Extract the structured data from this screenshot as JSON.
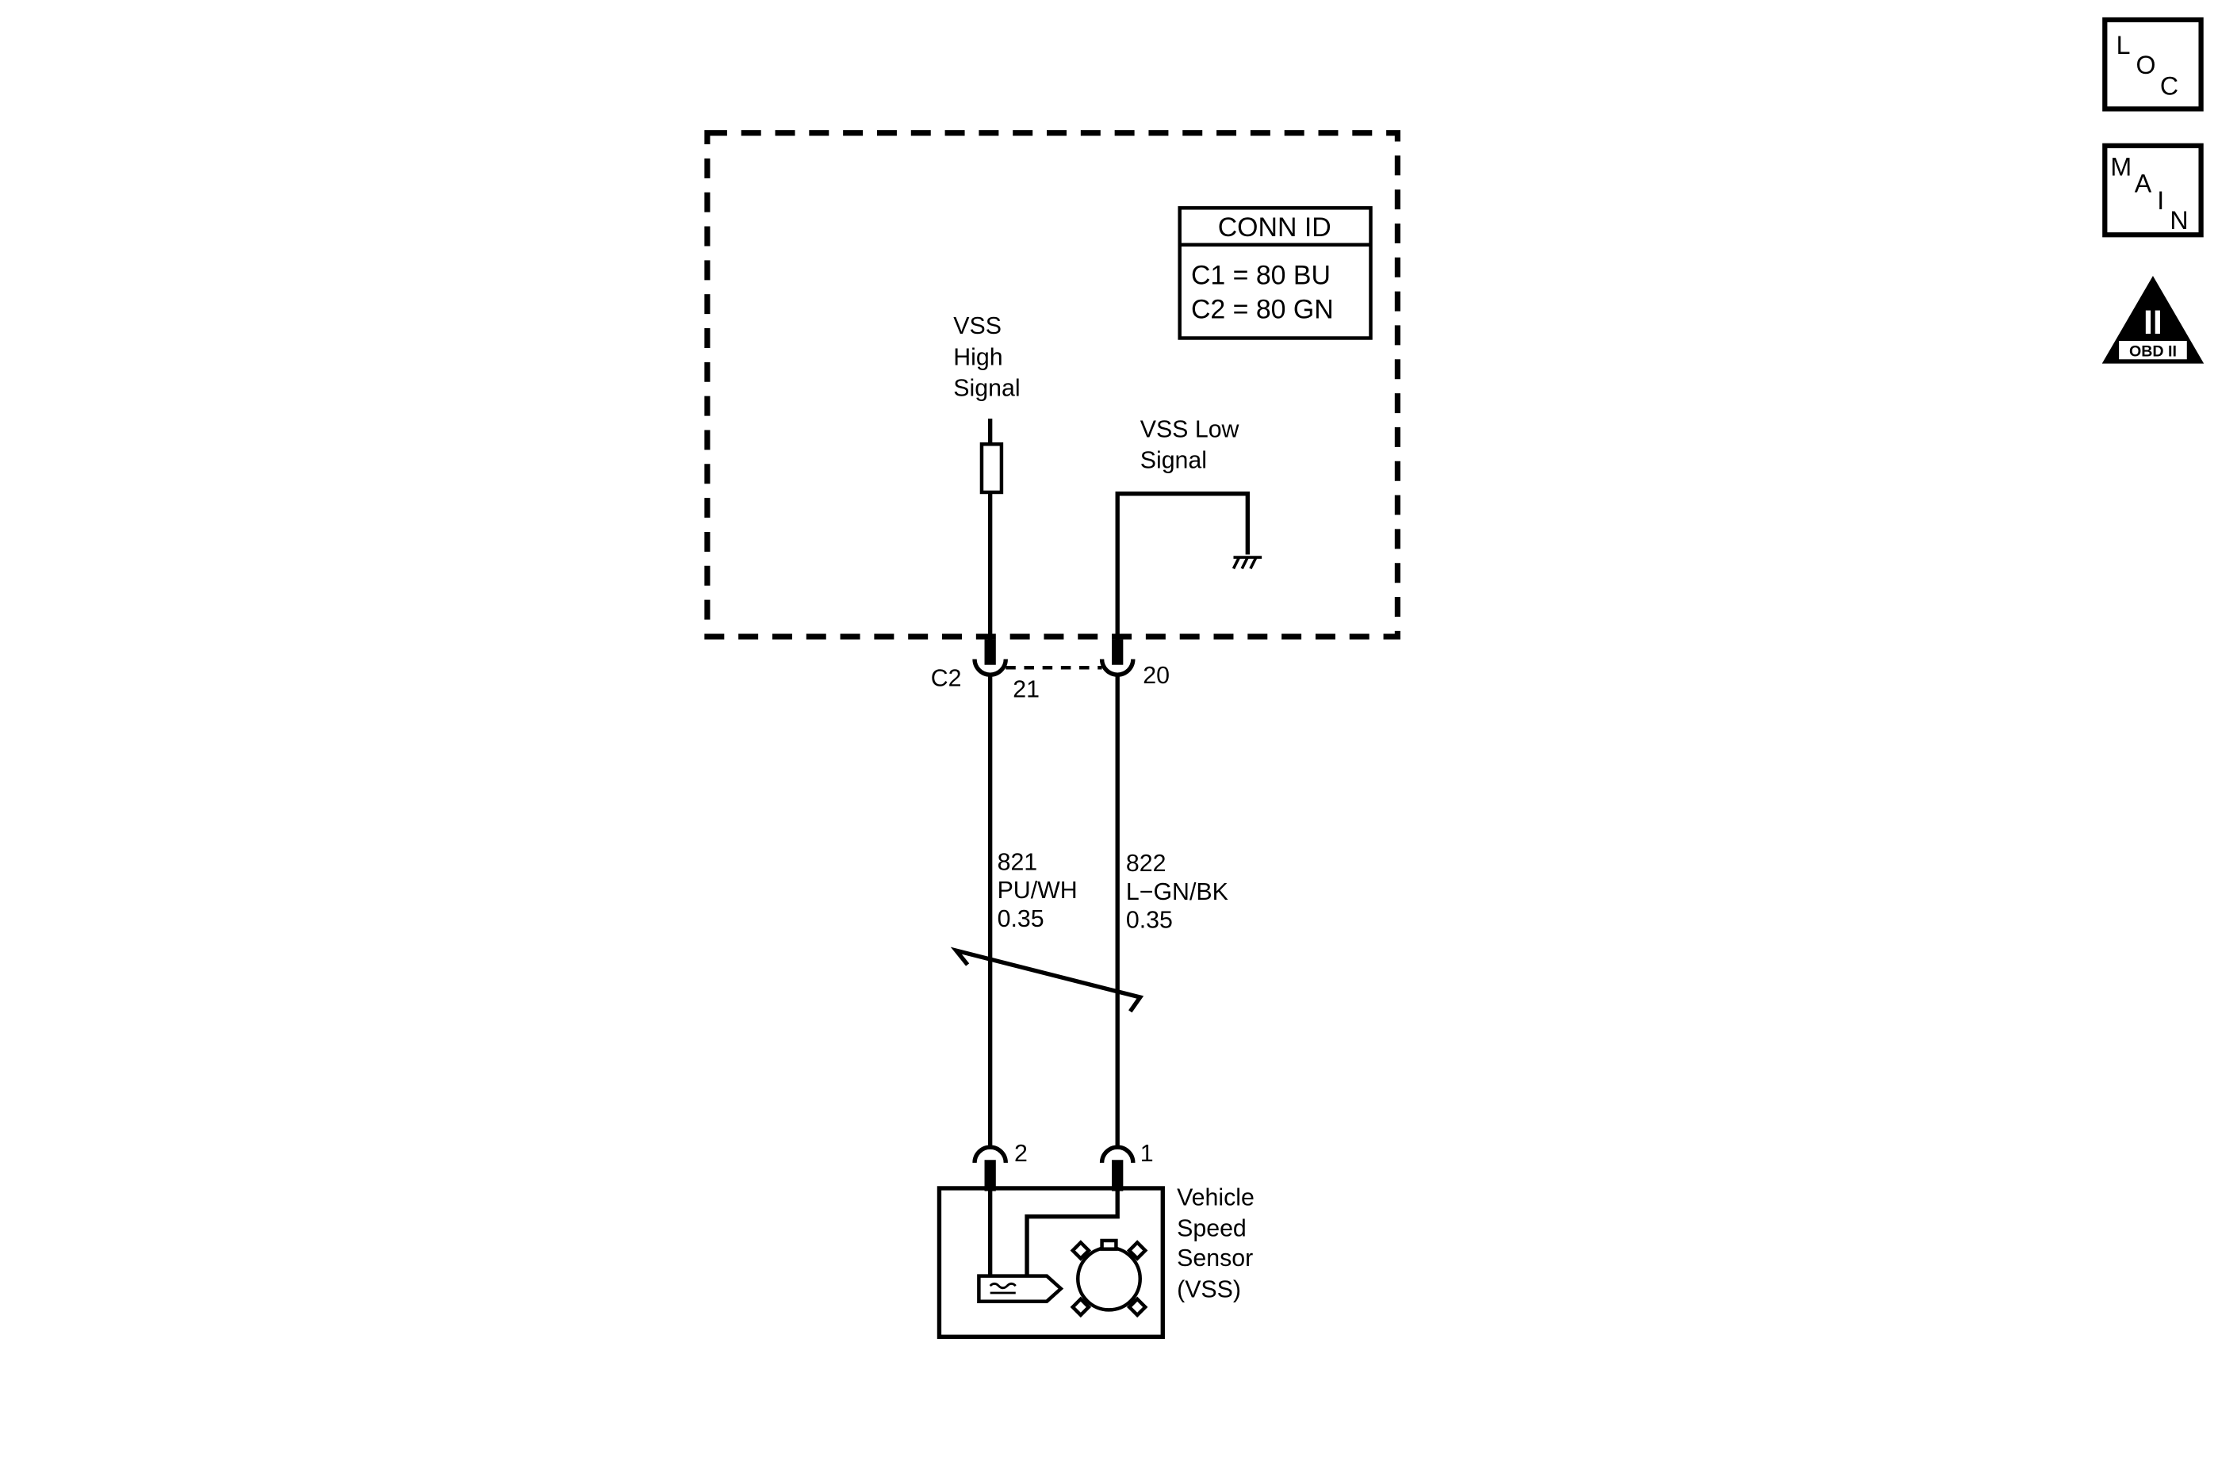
{
  "conn_id": {
    "title": "CONN ID",
    "rows": [
      "C1 = 80 BU",
      "C2 = 80 GN"
    ]
  },
  "module": {
    "vss_high_signal": [
      "VSS",
      "High",
      "Signal"
    ],
    "vss_low_signal": [
      "VSS Low",
      "Signal"
    ]
  },
  "connector": {
    "name": "C2",
    "pin_high": "21",
    "pin_low": "20"
  },
  "wires": {
    "high": {
      "circuit": "821",
      "color": "PU/WH",
      "size": "0.35"
    },
    "low": {
      "circuit": "822",
      "color": "L−GN/BK",
      "size": "0.35"
    }
  },
  "sensor": {
    "label": [
      "Vehicle",
      "Speed",
      "Sensor",
      "(VSS)"
    ],
    "pin_high": "2",
    "pin_low": "1"
  },
  "icons": {
    "loc": [
      "L",
      "O",
      "C"
    ],
    "main": [
      "M",
      "A",
      "I",
      "N"
    ],
    "obd_roman": "II",
    "obd_label": "OBD II"
  }
}
